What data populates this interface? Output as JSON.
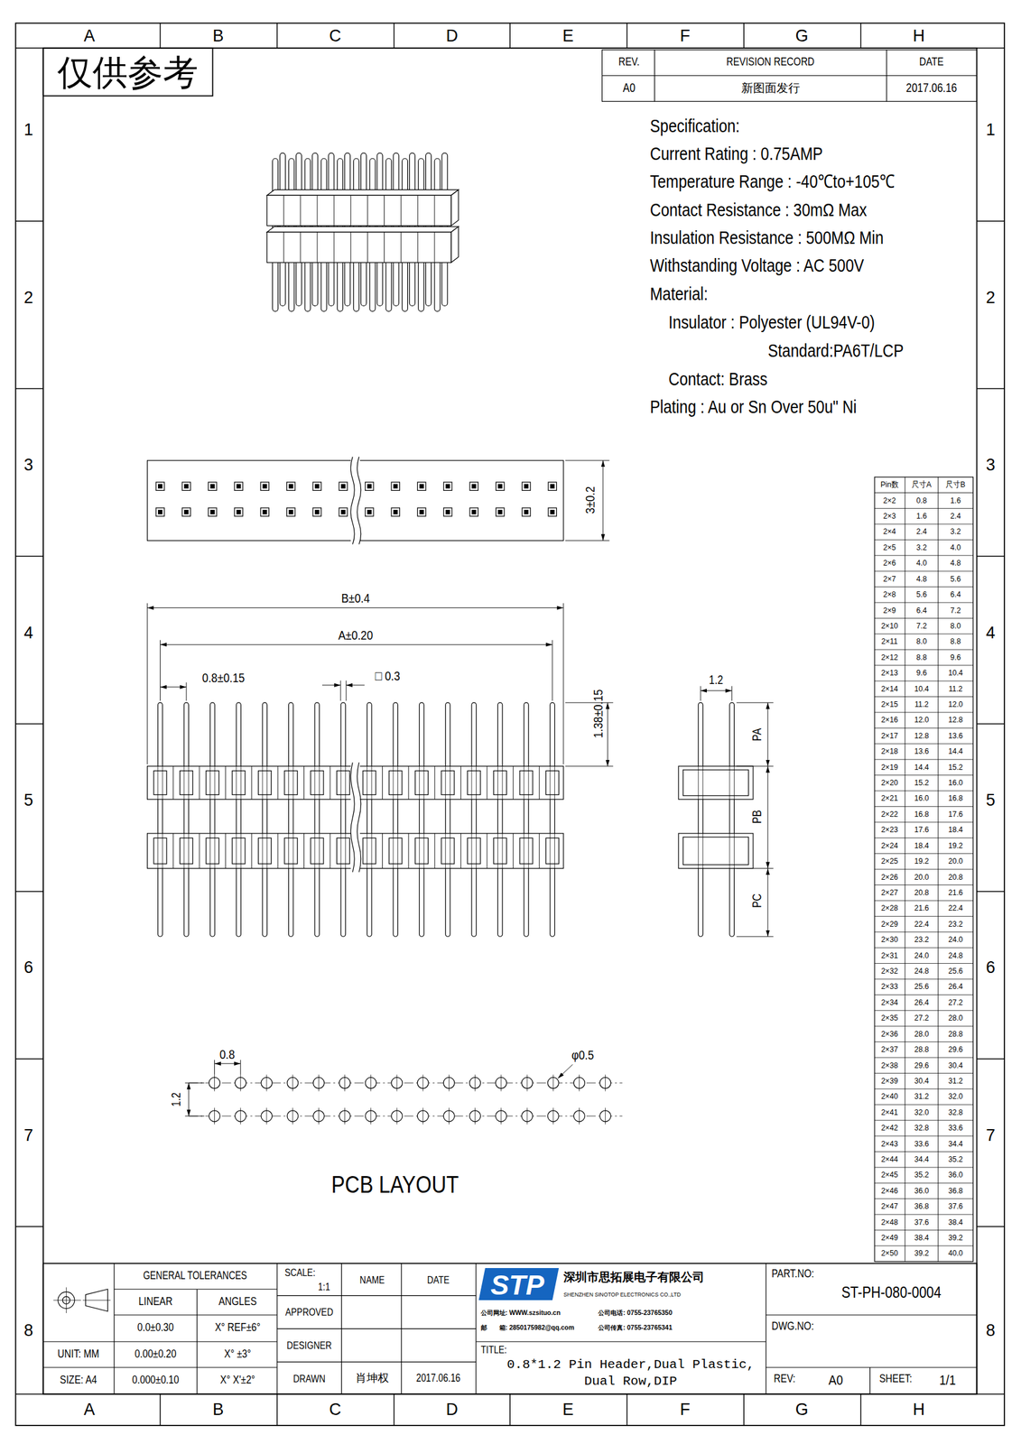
{
  "diagram": {
    "title": "0.8*1.2 Pin Header,Dual Plastic, Dual Row,DIP",
    "labels": [
      "A",
      "B",
      "C",
      "D",
      "E",
      "F",
      "G",
      "H",
      "A",
      "B",
      "C",
      "D",
      "E",
      "F",
      "G",
      "H",
      "1",
      "2",
      "3",
      "4",
      "5",
      "6",
      "7",
      "8",
      "1",
      "2",
      "3",
      "4",
      "5",
      "6",
      "7",
      "8",
      "仅供参考",
      "REV.",
      "REVISION RECORD",
      "DATE",
      "A0",
      "新图面发行",
      "2017.06.16",
      "Specification:",
      "Current Rating : 0.75AMP",
      "Temperature Range : -40℃to+105℃",
      "Contact Resistance : 30mΩ Max",
      "Insulation Resistance : 500MΩ Min",
      "Withstanding Voltage : AC 500V",
      "Material:",
      "Insulator : Polyester (UL94V-0)",
      "Standard:PA6T/LCP",
      "Contact: Brass",
      "Plating : Au or Sn Over 50u\" Ni",
      "3±0.2",
      "B±0.4",
      "A±0.20",
      "0.8±0.15",
      "□ 0.3",
      "1.38±0.15",
      "1.2",
      "PA",
      "PB",
      "PC",
      "0.8",
      "φ0.5",
      "1.2",
      "PCB LAYOUT",
      "GENERAL TOLERANCES",
      "LINEAR",
      "ANGLES",
      "0.0±0.30",
      "X° REF±6°",
      "UNIT: MM",
      "0.00±0.20",
      "X° ±3°",
      "SIZE: A4",
      "0.000±0.10",
      "X° X'±2°",
      "SCALE:",
      "1:1",
      "NAME",
      "DATE",
      "APPROVED",
      "DESIGNER",
      "DRAWN",
      "肖坤权",
      "2017.06.16",
      "STP",
      "深圳市思拓展电子有限公司",
      "SHENZHEN SINOTOP ELECTRONICS CO.,LTD",
      "公司网址: WWW.szsituo.cn",
      "公司电话: 0755-23765350",
      "邮　　箱: 2850175982@qq.com",
      "公司传真: 0755-23765341",
      "TITLE:",
      "PART.NO:",
      "ST-PH-080-0004",
      "DWG.NO:",
      "REV:",
      "A0",
      "SHEET:",
      "1/1",
      "Pin数",
      "尺寸A",
      "尺寸B",
      "2×2",
      "0.8",
      "1.6",
      "2×3",
      "1.6",
      "2.4",
      "2×4",
      "2.4",
      "3.2",
      "2×5",
      "3.2",
      "4.0",
      "2×6",
      "4.0",
      "4.8",
      "2×7",
      "4.8",
      "5.6",
      "2×8",
      "5.6",
      "6.4",
      "2×9",
      "6.4",
      "7.2",
      "2×10",
      "7.2",
      "8.0",
      "2×11",
      "8.0",
      "8.8",
      "2×12",
      "8.8",
      "9.6",
      "2×13",
      "9.6",
      "10.4",
      "2×14",
      "10.4",
      "11.2",
      "2×15",
      "11.2",
      "12.0",
      "2×16",
      "12.0",
      "12.8",
      "2×17",
      "12.8",
      "13.6",
      "2×18",
      "13.6",
      "14.4",
      "2×19",
      "14.4",
      "15.2",
      "2×20",
      "15.2",
      "16.0",
      "2×21",
      "16.0",
      "16.8",
      "2×22",
      "16.8",
      "17.6",
      "2×23",
      "17.6",
      "18.4",
      "2×24",
      "18.4",
      "19.2",
      "2×25",
      "19.2",
      "20.0",
      "2×26",
      "20.0",
      "20.8",
      "2×27",
      "20.8",
      "21.6",
      "2×28",
      "21.6",
      "22.4",
      "2×29",
      "22.4",
      "23.2",
      "2×30",
      "23.2",
      "24.0",
      "2×31",
      "24.0",
      "24.8",
      "2×32",
      "24.8",
      "25.6",
      "2×33",
      "25.6",
      "26.4",
      "2×34",
      "26.4",
      "27.2",
      "2×35",
      "27.2",
      "28.0",
      "2×36",
      "28.0",
      "28.8",
      "2×37",
      "28.8",
      "29.6",
      "2×38",
      "29.6",
      "30.4",
      "2×39",
      "30.4",
      "31.2",
      "2×40",
      "31.2",
      "32.0",
      "2×41",
      "32.0",
      "32.8",
      "2×42",
      "32.8",
      "33.6",
      "2×43",
      "33.6",
      "34.4",
      "2×44",
      "34.4",
      "35.2",
      "2×45",
      "35.2",
      "36.0",
      "2×46",
      "36.0",
      "36.8",
      "2×47",
      "36.8",
      "37.6",
      "2×48",
      "37.6",
      "38.4",
      "2×49",
      "38.4",
      "39.2",
      "2×50",
      "39.2",
      "40.0"
    ]
  }
}
